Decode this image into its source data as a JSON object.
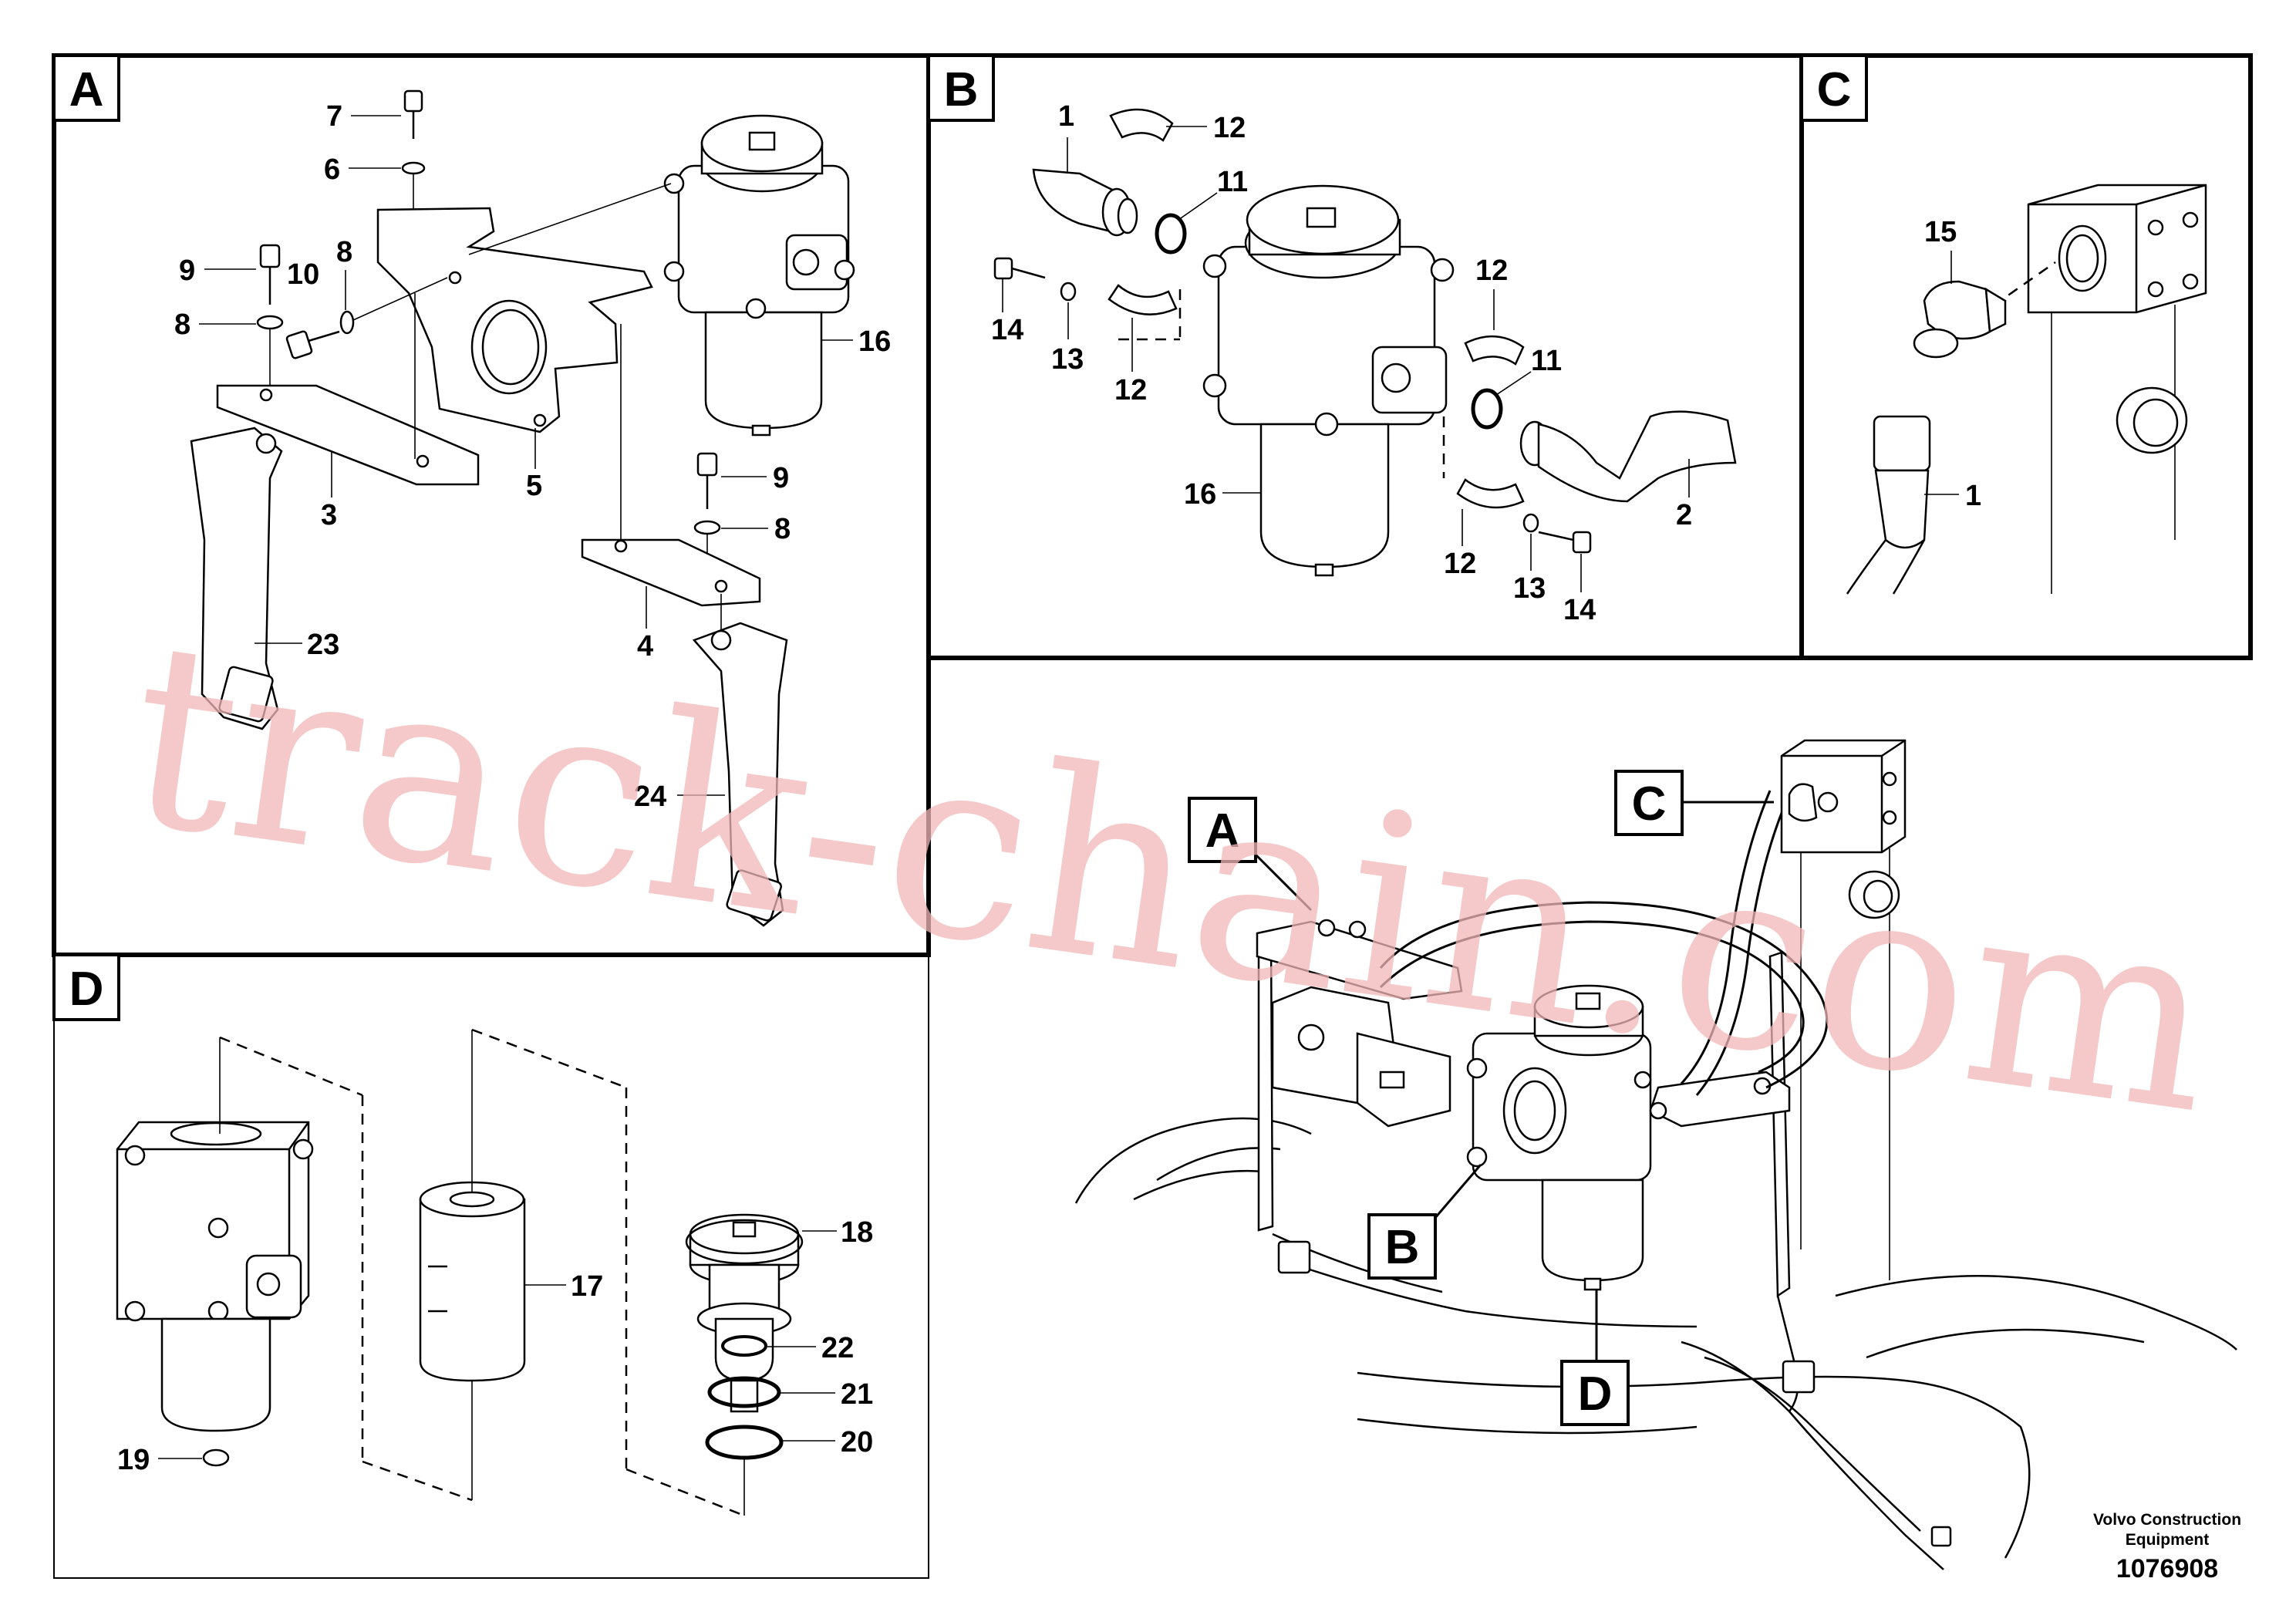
{
  "panels": {
    "a": {
      "letter": "A"
    },
    "b": {
      "letter": "B"
    },
    "c": {
      "letter": "C"
    },
    "d": {
      "letter": "D"
    }
  },
  "overview_callouts": {
    "a": "A",
    "b": "B",
    "c": "C",
    "d": "D"
  },
  "panel_a_labels": [
    "7",
    "6",
    "9",
    "10",
    "8",
    "8",
    "16",
    "3",
    "5",
    "9",
    "8",
    "4",
    "23",
    "24"
  ],
  "panel_b_labels": [
    "1",
    "12",
    "11",
    "14",
    "13",
    "12",
    "12",
    "11",
    "16",
    "2",
    "12",
    "13",
    "14"
  ],
  "panel_c_labels": [
    "15",
    "1"
  ],
  "panel_d_labels": [
    "18",
    "17",
    "22",
    "21",
    "20",
    "19"
  ],
  "watermark": "track-chain.com",
  "brand": {
    "line1": "Volvo Construction",
    "line2": "Equipment"
  },
  "document_number": "1076908"
}
